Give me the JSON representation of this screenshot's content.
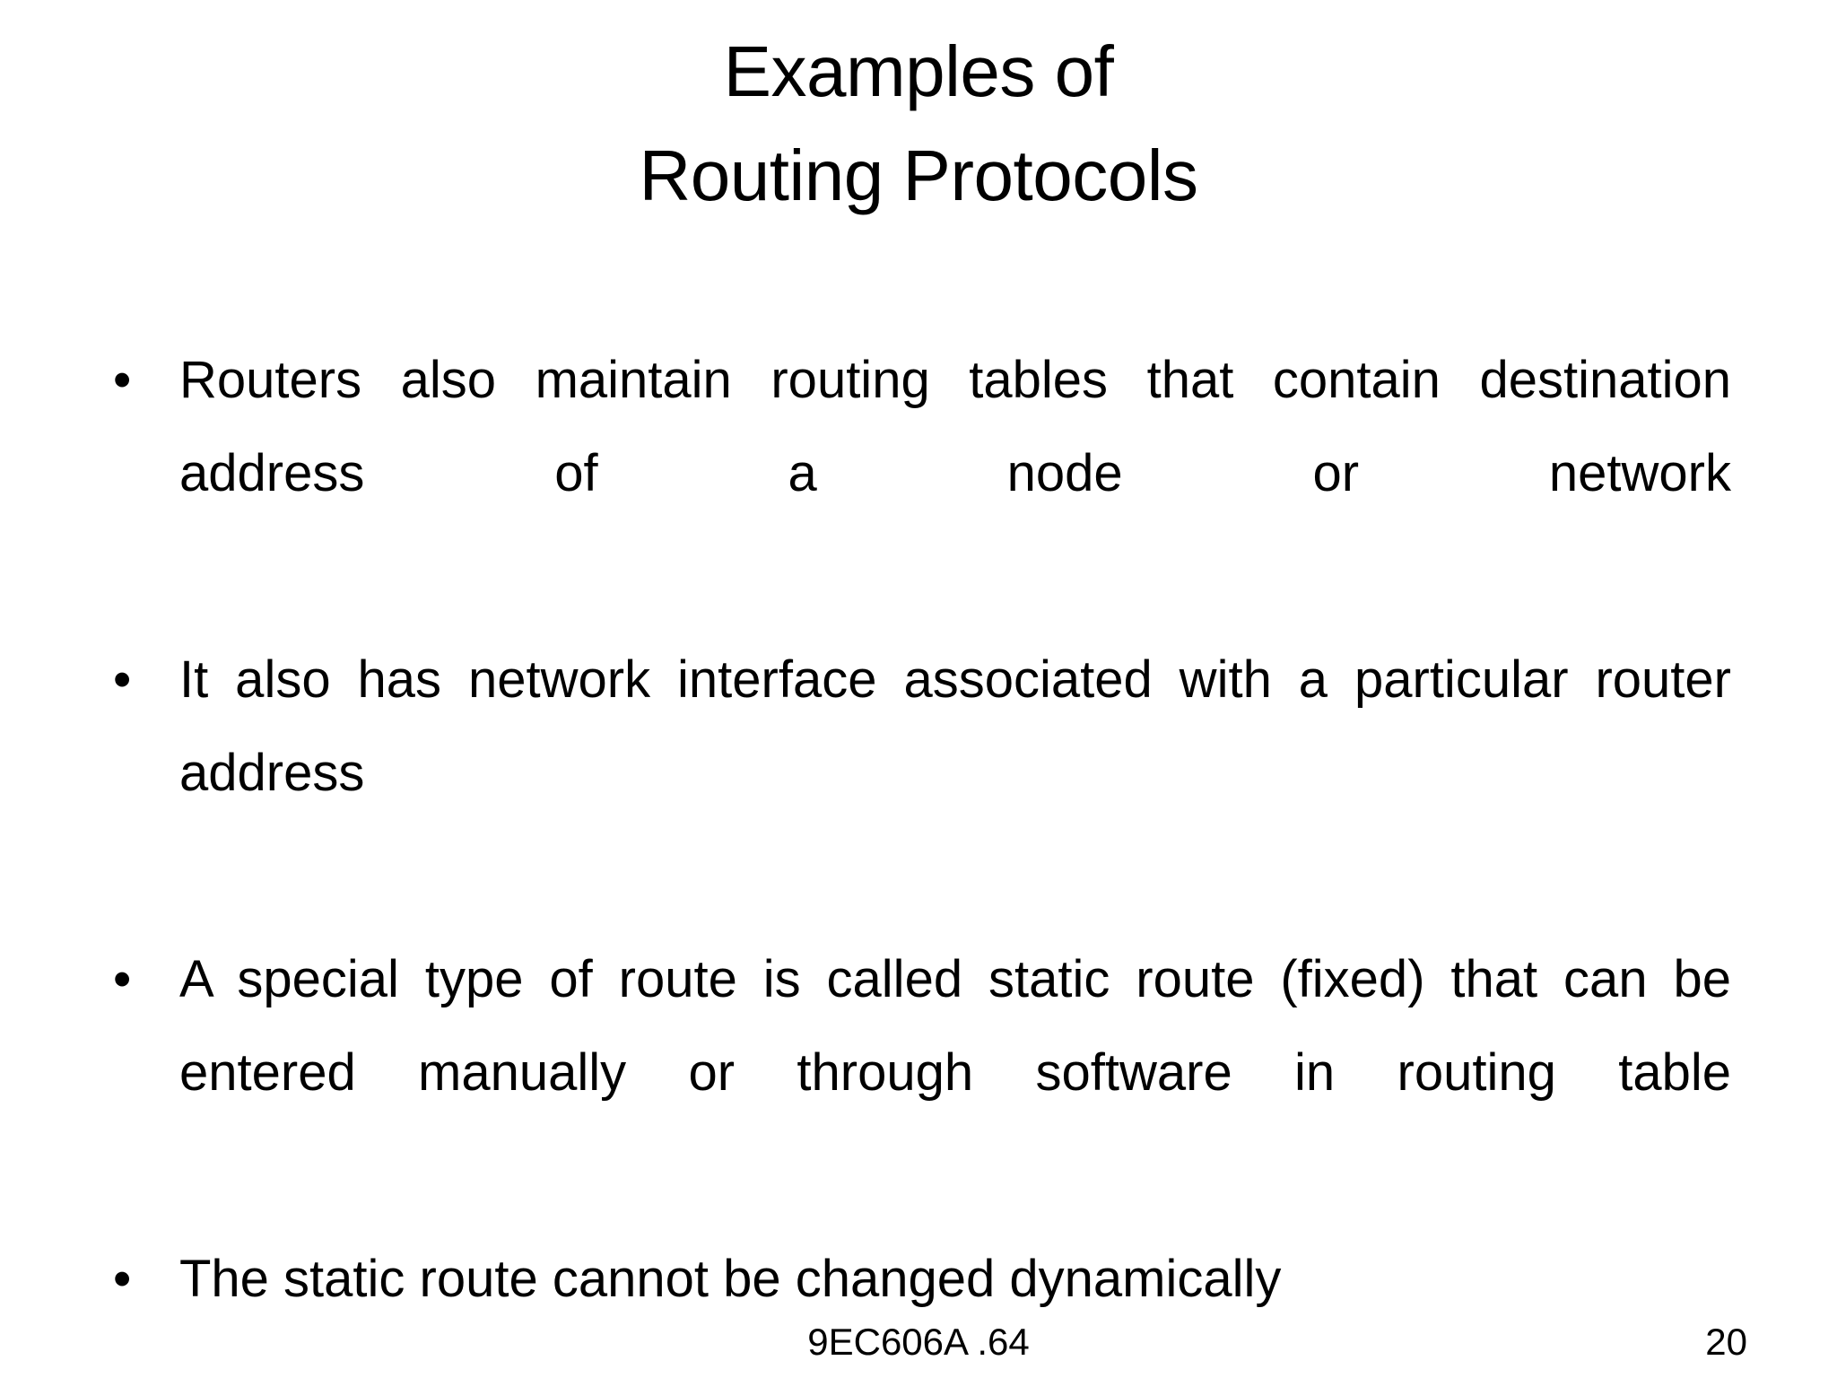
{
  "slide": {
    "background_color": "#ffffff",
    "text_color": "#000000",
    "title": {
      "line1": "Examples of",
      "line2": "Routing Protocols"
    },
    "bullet_marker": "•",
    "bullets": [
      {
        "text": "Routers also maintain routing tables that contain destination address of a node or network",
        "lines": [
          "Routers also maintain routing tables that contain",
          "destination address of a node or network"
        ]
      },
      {
        "text": "It also has network interface associated with a particular router address",
        "lines": [
          "It also has network interface associated with a particular",
          "router address"
        ]
      },
      {
        "text": "A special type of route is called static route (fixed) that can be entered manually or through software in routing table",
        "lines": [
          "A special type of route is called static route (fixed) that",
          "can be entered manually or through software in routing",
          "table"
        ]
      },
      {
        "text": "The static route cannot be changed dynamically",
        "lines": [
          "The static route cannot be changed dynamically"
        ]
      }
    ],
    "footer": {
      "code": "9EC606A .64",
      "page_number": "20"
    }
  }
}
